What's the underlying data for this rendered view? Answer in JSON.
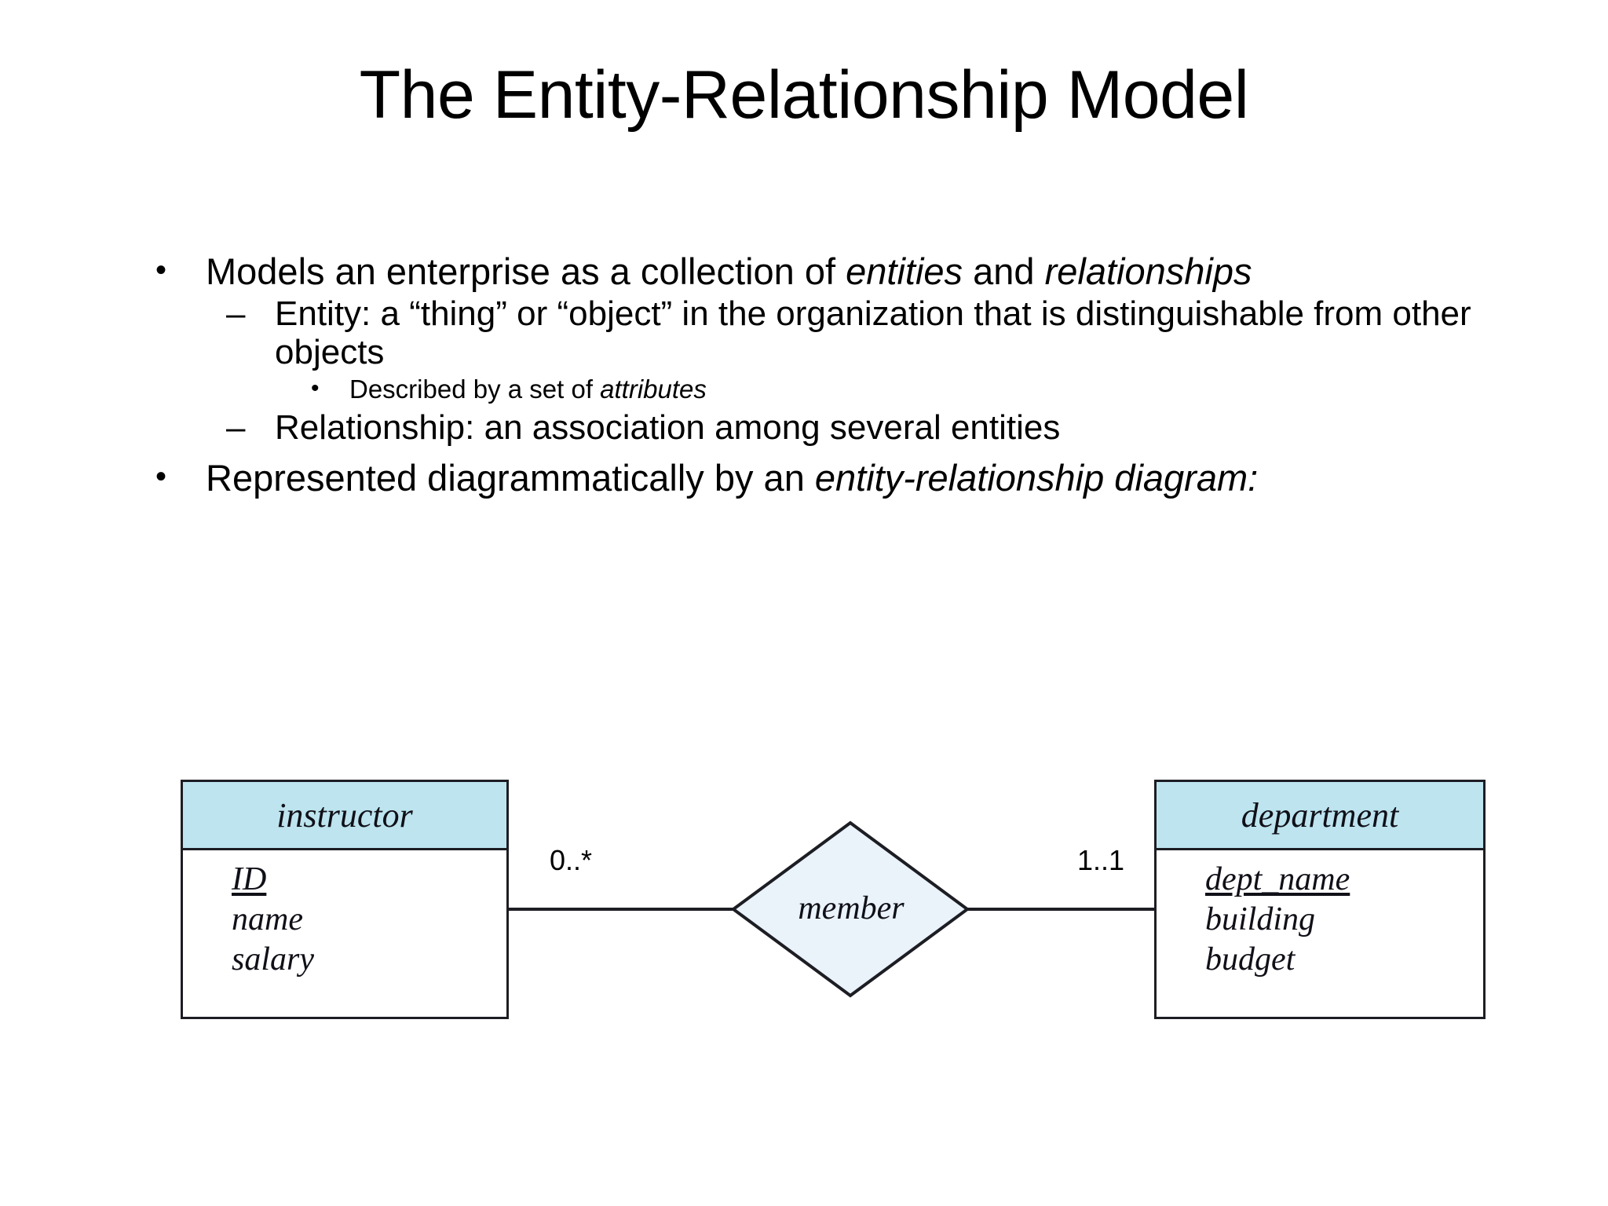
{
  "slide": {
    "title": "The Entity-Relationship Model"
  },
  "bullets": [
    {
      "level": 1,
      "marker": "•",
      "segments": [
        {
          "text": "Models an enterprise as a collection of ",
          "italic": false
        },
        {
          "text": "entities",
          "italic": true
        },
        {
          "text": " and ",
          "italic": false
        },
        {
          "text": "relationships",
          "italic": true
        }
      ]
    },
    {
      "level": 2,
      "marker": "–",
      "segments": [
        {
          "text": "Entity: a “thing” or “object” in the organization that is distinguishable from other objects",
          "italic": false
        }
      ]
    },
    {
      "level": 3,
      "marker": "•",
      "segments": [
        {
          "text": "Described by a set of ",
          "italic": false
        },
        {
          "text": "attributes",
          "italic": true
        }
      ]
    },
    {
      "level": 2,
      "marker": "–",
      "segments": [
        {
          "text": "Relationship: an association among several entities",
          "italic": false
        }
      ]
    },
    {
      "level": 1,
      "marker": "•",
      "gapBefore": true,
      "segments": [
        {
          "text": "Represented diagrammatically by an ",
          "italic": false
        },
        {
          "text": "entity-relationship diagram:",
          "italic": true
        }
      ]
    }
  ],
  "er_diagram": {
    "entities": [
      {
        "id": "instructor",
        "name": "instructor",
        "attributes": [
          {
            "label": "ID",
            "key": true
          },
          {
            "label": "name",
            "key": false
          },
          {
            "label": "salary",
            "key": false
          }
        ]
      },
      {
        "id": "department",
        "name": "department",
        "attributes": [
          {
            "label": "dept_name",
            "key": true
          },
          {
            "label": "building",
            "key": false
          },
          {
            "label": "budget",
            "key": false
          }
        ]
      }
    ],
    "relationship": {
      "name": "member"
    },
    "cardinalities": {
      "left": "0..*",
      "right": "1..1"
    },
    "colors": {
      "entity_header": "#bde4ef",
      "entity_body": "#ffffff",
      "relationship_fill": "#eaf2fa",
      "stroke": "#1d1d24"
    }
  }
}
